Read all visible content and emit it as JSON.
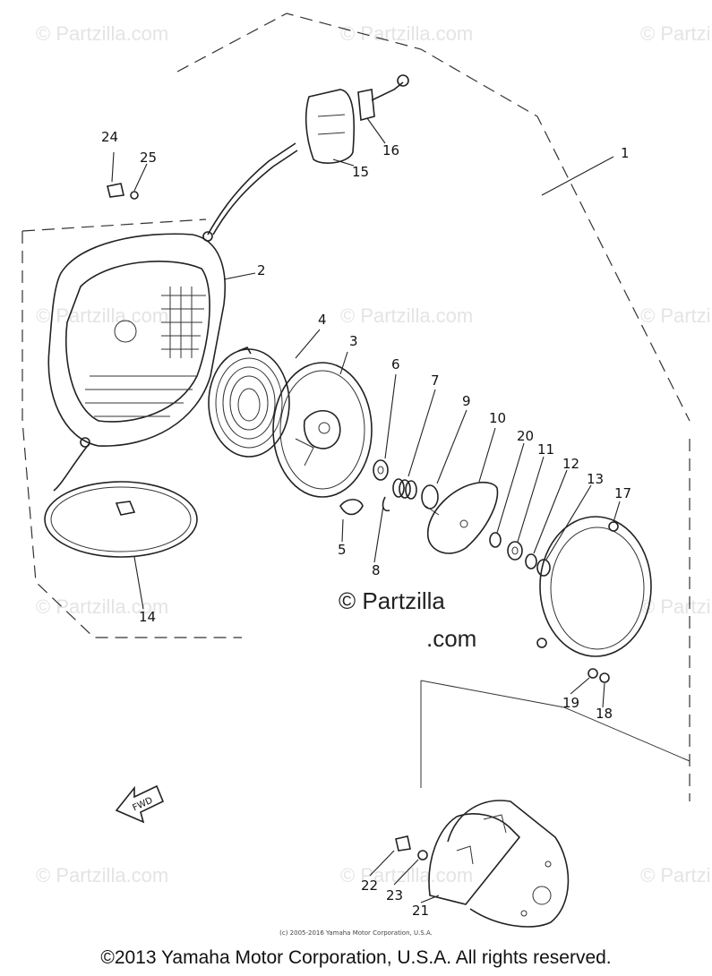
{
  "watermark": "© Partzilla.com",
  "central_watermark": [
    "© Partzilla",
    ".com"
  ],
  "fwd_label": "FWD",
  "callouts": [
    "1",
    "2",
    "3",
    "4",
    "5",
    "6",
    "7",
    "8",
    "9",
    "10",
    "11",
    "12",
    "13",
    "14",
    "15",
    "16",
    "17",
    "18",
    "19",
    "20",
    "21",
    "22",
    "23",
    "24",
    "25"
  ],
  "credit_small": "(c) 2005-2016 Yamaha Motor Corporation, U.S.A.",
  "copyright": "©2013 Yamaha Motor Corporation, U.S.A. All rights reserved."
}
